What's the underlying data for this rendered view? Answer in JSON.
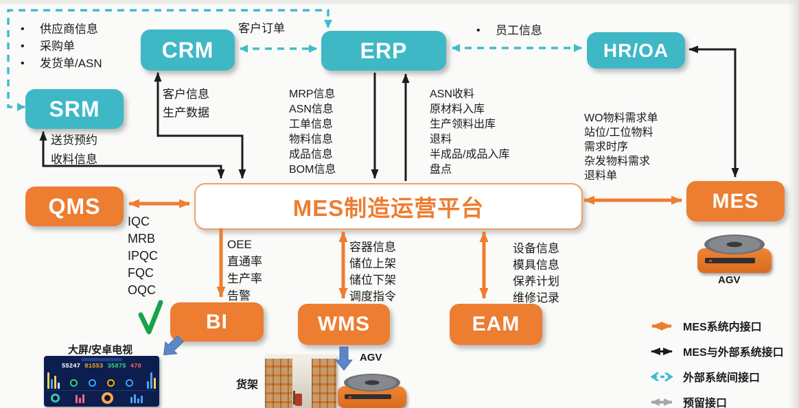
{
  "nodes": {
    "crm": {
      "label": "CRM"
    },
    "erp": {
      "label": "ERP"
    },
    "hroa": {
      "label": "HR/OA"
    },
    "srm": {
      "label": "SRM"
    },
    "qms": {
      "label": "QMS"
    },
    "platform": {
      "label": "MES制造运营平台"
    },
    "mes": {
      "label": "MES"
    },
    "bi": {
      "label": "BI"
    },
    "wms": {
      "label": "WMS"
    },
    "eam": {
      "label": "EAM"
    }
  },
  "flows": {
    "supplier_list": [
      "供应商信息",
      "采购单",
      "发货单/ASN"
    ],
    "customer_order": "客户订单",
    "employee_info": "员工信息",
    "crm_exchange": [
      "客户信息",
      "生产数据"
    ],
    "erp_to_platform": [
      "MRP信息",
      "ASN信息",
      "工单信息",
      "物料信息",
      "成品信息",
      "BOM信息"
    ],
    "platform_to_erp": [
      "ASN收料",
      "原材料入库",
      "生产领料出库",
      "退料",
      "半成品/成品入库",
      "盘点"
    ],
    "mes_material": [
      "WO物料需求单",
      "站位/工位物料",
      "需求时序",
      "杂发物料需求",
      "退料单"
    ],
    "srm_exchange": [
      "送货预约",
      "收料信息"
    ],
    "qms_exchange": [
      "IQC",
      "MRB",
      "IPQC",
      "FQC",
      "OQC"
    ],
    "bi_exchange": [
      "OEE",
      "直通率",
      "生产率",
      "告警"
    ],
    "wms_exchange": [
      "容器信息",
      "储位上架",
      "储位下架",
      "调度指令"
    ],
    "eam_exchange": [
      "设备信息",
      "模具信息",
      "保养计划",
      "维修记录"
    ]
  },
  "captions": {
    "big_screen": "大屏/安卓电视",
    "shelf": "货架",
    "agv_wms": "AGV",
    "agv_mes": "AGV"
  },
  "legend": [
    {
      "style": "orange-solid",
      "label": "MES系统内接口"
    },
    {
      "style": "black-solid",
      "label": "MES与外部系统接口"
    },
    {
      "style": "teal-dashed",
      "label": "外部系统间接口"
    },
    {
      "style": "gray-solid",
      "label": "预留接口"
    }
  ],
  "dashboard": {
    "metrics": [
      {
        "value": "55247",
        "color": "#ffffff"
      },
      {
        "value": "81553",
        "color": "#f5a623"
      },
      {
        "value": "35875",
        "color": "#3bd97f"
      },
      {
        "value": "470",
        "color": "#ff5e6c"
      }
    ]
  },
  "colors": {
    "node_teal": "#3FB8C6",
    "node_orange": "#ED7D31",
    "platform_border": "#EDA060",
    "connector_internal_orange": "#ED7D31",
    "connector_external_black": "#1C1C1C",
    "connector_between_teal_dashed": "#3FBCCB",
    "connector_reserved_gray": "#A6A6A6",
    "check_green": "#17A34A",
    "block_arrow_blue": "#5C86C5"
  }
}
